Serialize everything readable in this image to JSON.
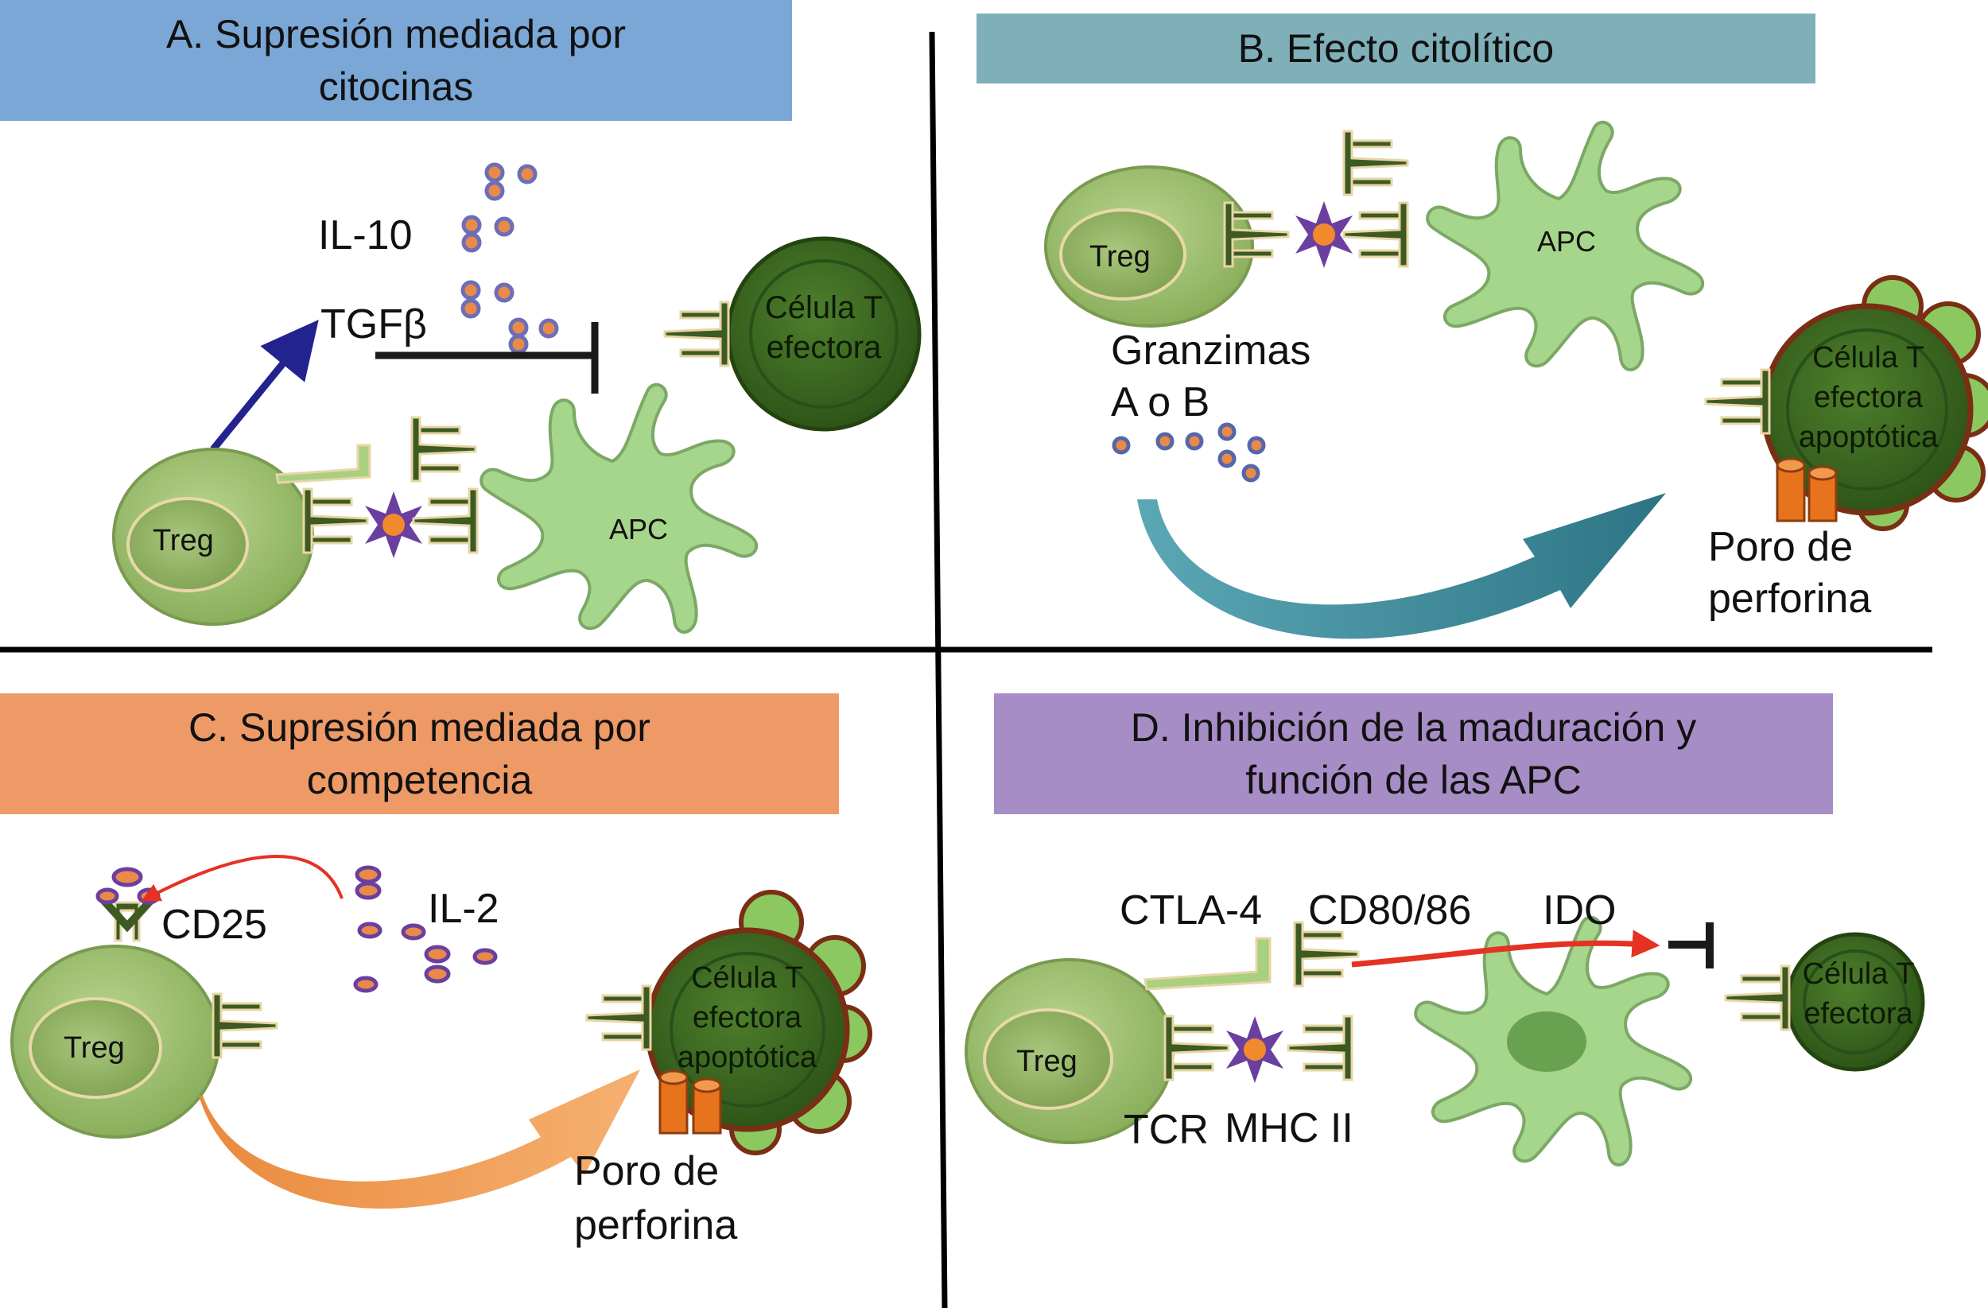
{
  "colors": {
    "panel_a": "#7BA7D7",
    "panel_b": "#7FB0B9",
    "panel_c": "#EE9A66",
    "panel_d": "#A78DC6",
    "treg_fill": "#9FC070",
    "apc_fill": "#A6D58C",
    "effector_fill": "#3F6B22",
    "arrow_blue": "#23238F",
    "arrow_teal": "#3C8A99",
    "arrow_orange": "#F29A4A",
    "ido_red": "#E53222",
    "divider": "#000000"
  },
  "panels": {
    "a": {
      "header": "A. Supresión mediada por citocinas",
      "header_line1": "A. Supresión mediada por",
      "header_line2": "citocinas",
      "il10": "IL-10",
      "tgfb": "TGFβ",
      "effector_line1": "Célula T",
      "effector_line2": "efectora",
      "treg": "Treg",
      "apc": "APC"
    },
    "b": {
      "header": "B. Efecto citolítico",
      "treg": "Treg",
      "apc": "APC",
      "granzimas_line1": "Granzimas",
      "granzimas_line2": "A o B",
      "effector_line1": "Célula T",
      "effector_line2": "efectora",
      "effector_line3": "apoptótica",
      "poro_line1": "Poro de",
      "poro_line2": "perforina"
    },
    "c": {
      "header_line1": "C. Supresión mediada por",
      "header_line2": "competencia",
      "cd25": "CD25",
      "il2": "IL-2",
      "treg": "Treg",
      "effector_line1": "Célula T",
      "effector_line2": "efectora",
      "effector_line3": "apoptótica",
      "poro_line1": "Poro de",
      "poro_line2": "perforina"
    },
    "d": {
      "header_line1": "D. Inhibición de la maduración y",
      "header_line2": "función de las APC",
      "ctla4": "CTLA-4",
      "cd8086": "CD80/86",
      "ido": "IDO",
      "treg": "Treg",
      "tcr": "TCR",
      "mhc": "MHC II",
      "effector_line1": "Célula T",
      "effector_line2": "efectora"
    }
  }
}
